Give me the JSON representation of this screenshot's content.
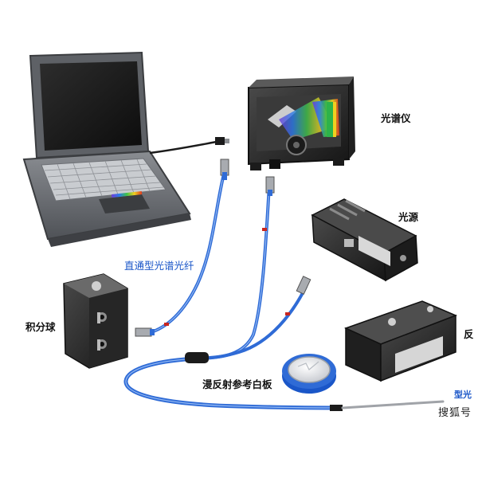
{
  "labels": {
    "spectrometer": "光谱仪",
    "light_source": "光源",
    "straight_fiber": "直通型光谱光纤",
    "integrating_sphere": "积分球",
    "diffuse_reference": "漫反射参考白板",
    "reflection_cut": "反",
    "probe_cut": "型光",
    "watermark_cut": "搜狐号"
  },
  "colors": {
    "fiber": "#2f6bd6",
    "fiber_highlight": "#8fb6f2",
    "device_dark": "#2a2a2a",
    "accent_blue": "#1a56c8",
    "connector_red": "#c8261f"
  },
  "icons": [
    "laptop-icon",
    "spectrometer-icon",
    "light-source-icon",
    "integrating-sphere-icon",
    "reflection-holder-icon",
    "white-reference-icon",
    "fiber-probe-icon"
  ]
}
